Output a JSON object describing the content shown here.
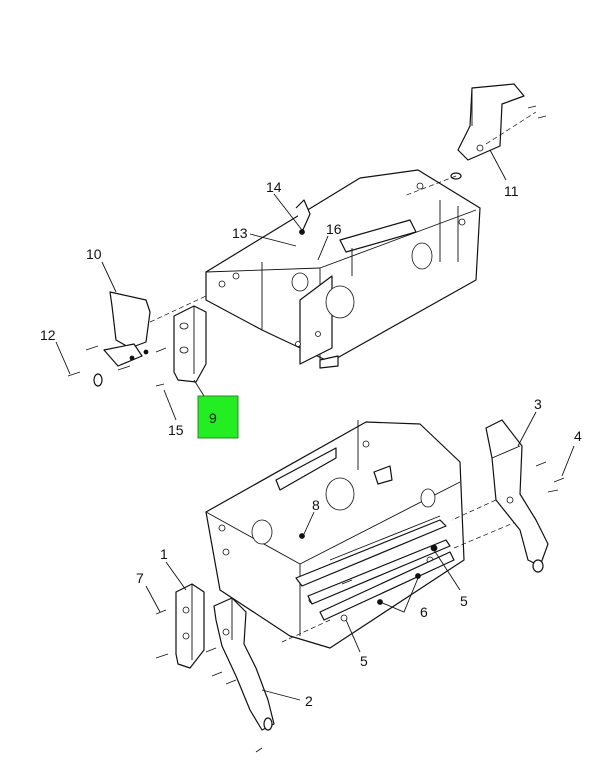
{
  "callouts": {
    "c1": "1",
    "c2": "2",
    "c3": "3",
    "c4": "4",
    "c5a": "5",
    "c5b": "5",
    "c6": "6",
    "c7": "7",
    "c8": "8",
    "c9": "9",
    "c10": "10",
    "c11": "11",
    "c12": "12",
    "c13": "13",
    "c14": "14",
    "c15": "15",
    "c16": "16"
  },
  "colors": {
    "highlight": "#22ee22",
    "line": "#111111",
    "background": "#ffffff"
  },
  "highlighted_callout": "9"
}
